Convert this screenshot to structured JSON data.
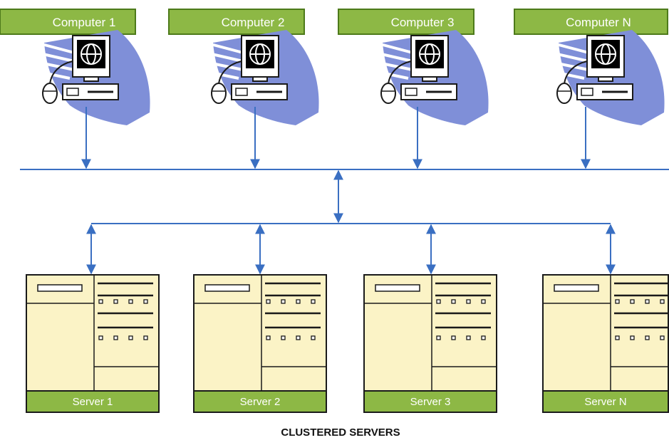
{
  "colors": {
    "label_fill": "#8db845",
    "label_border": "#4d7a1a",
    "network_line": "#3a6fc2",
    "computer_shadow": "#7f8fd8",
    "server_body": "#fbf3c6",
    "outline": "#1a1a1a"
  },
  "computers": [
    {
      "label": "Computer 1",
      "icon": "globe-icon"
    },
    {
      "label": "Computer 2",
      "icon": "globe-icon"
    },
    {
      "label": "Computer 3",
      "icon": "globe-icon"
    },
    {
      "label": "Computer N",
      "icon": "globe-icon"
    }
  ],
  "servers": [
    {
      "label": "Server 1"
    },
    {
      "label": "Server 2"
    },
    {
      "label": "Server 3"
    },
    {
      "label": "Server N"
    }
  ],
  "caption": "CLUSTERED SERVERS"
}
